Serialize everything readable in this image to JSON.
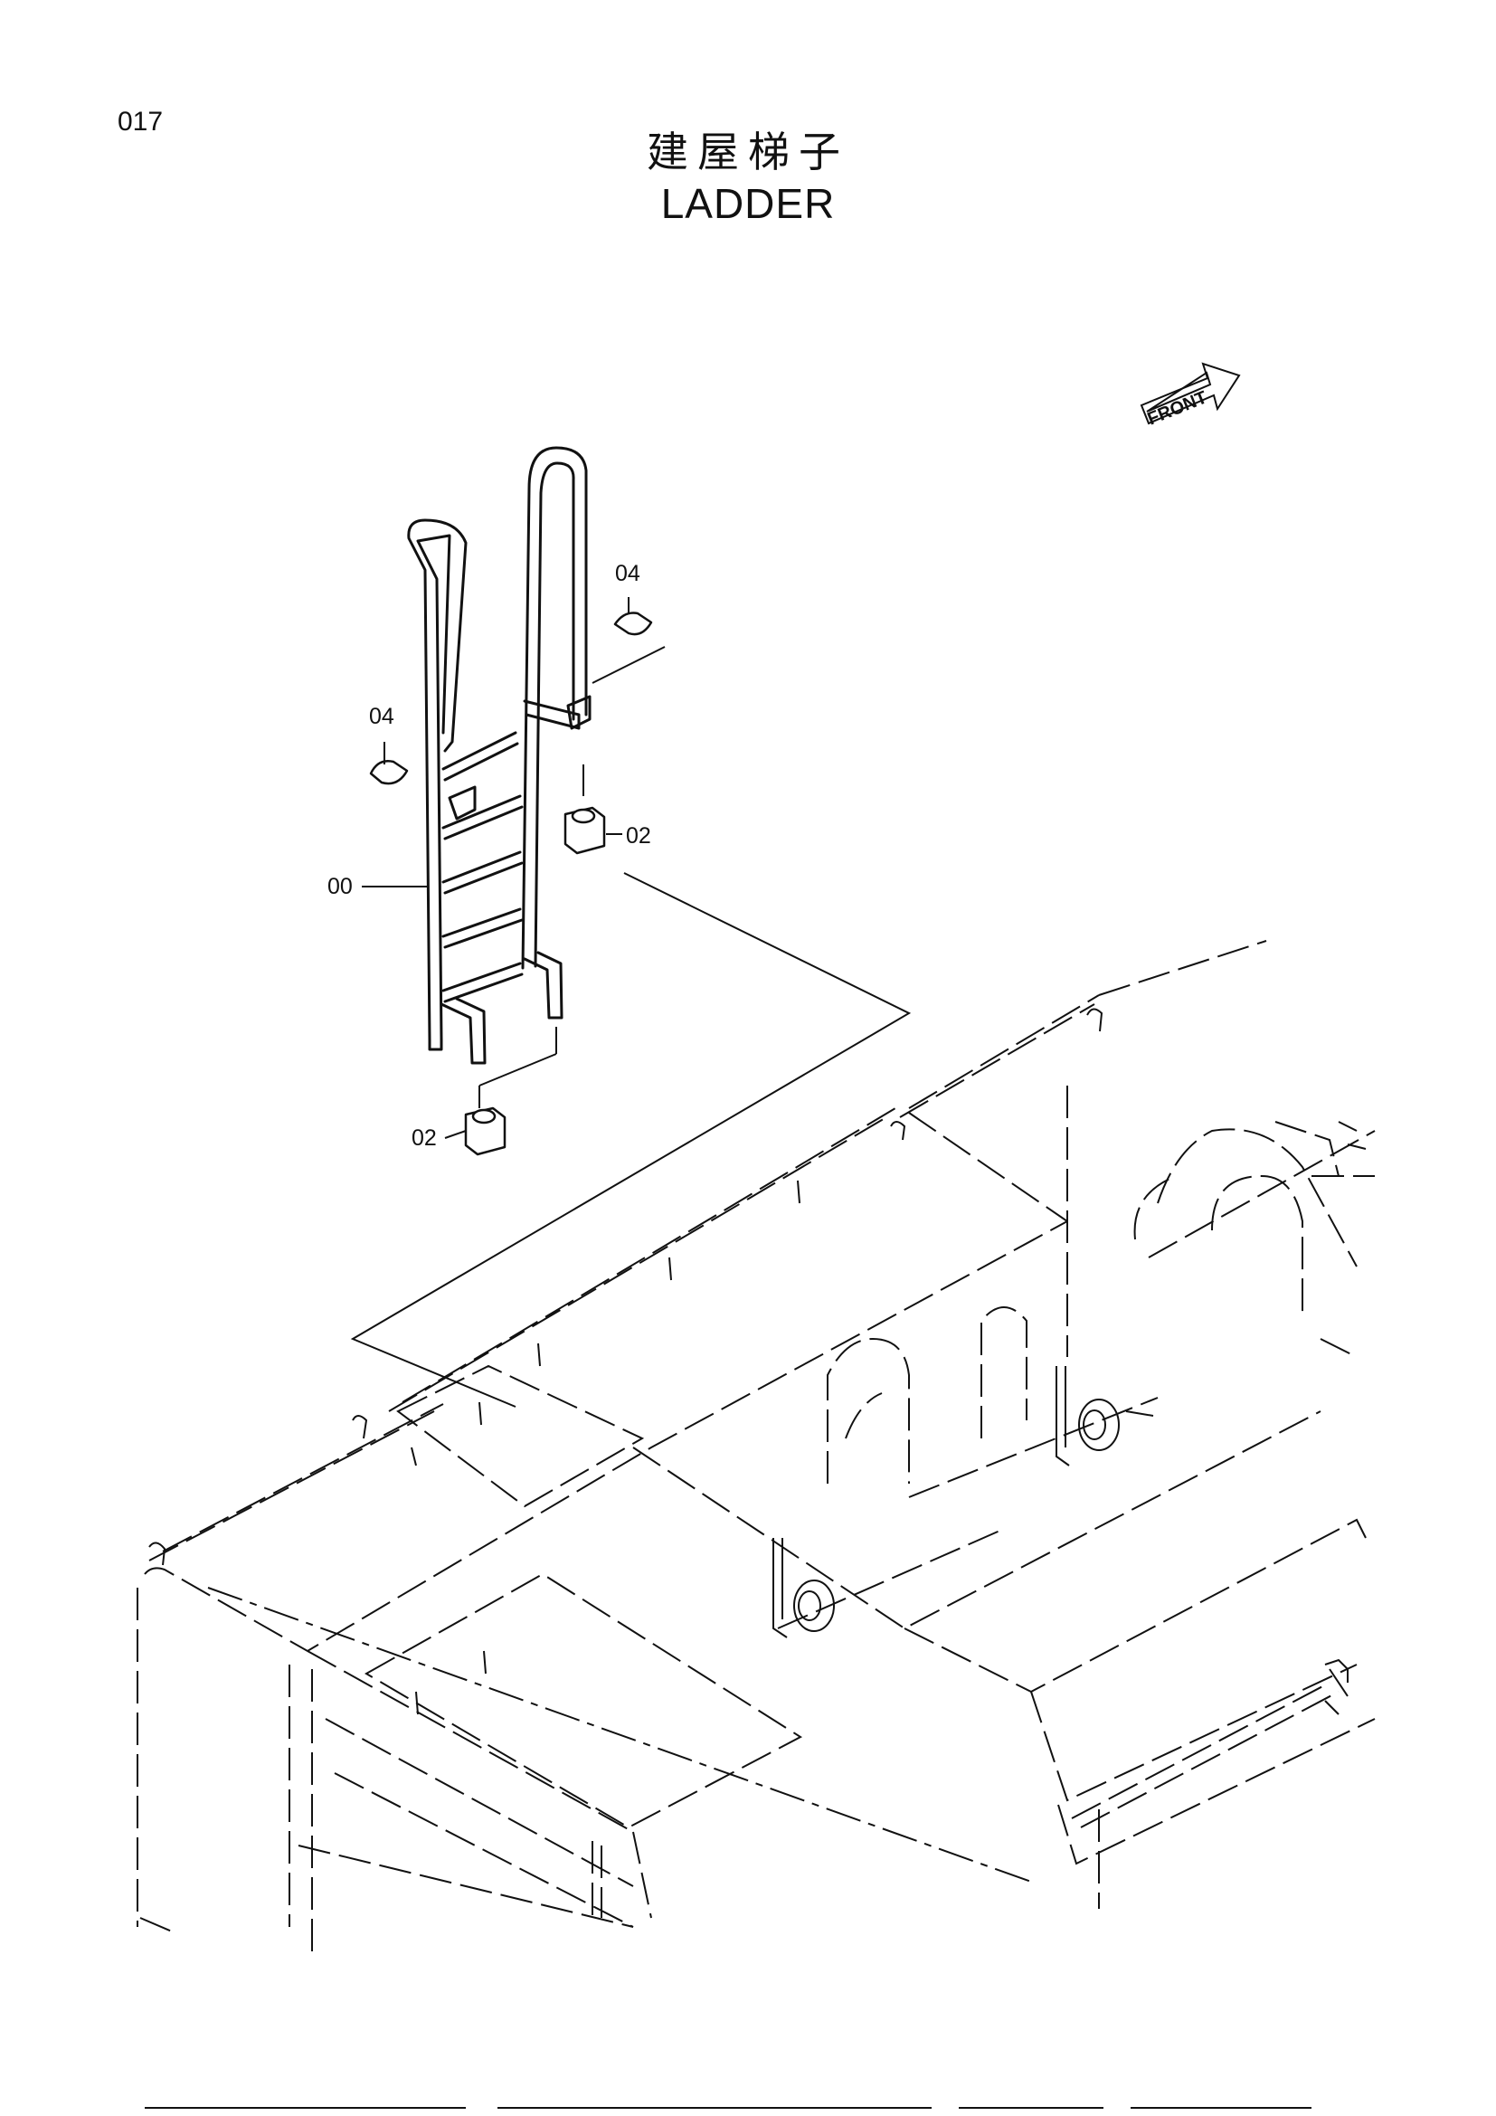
{
  "page": {
    "number": "017"
  },
  "title": {
    "japanese": "建屋梯子",
    "english": "LADDER"
  },
  "direction": {
    "label": "FRONT"
  },
  "callouts": [
    {
      "id": "ladder",
      "label": "00"
    },
    {
      "id": "step-bush-upper",
      "label": "02"
    },
    {
      "id": "step-bush-lower",
      "label": "02"
    },
    {
      "id": "pin-upper",
      "label": "04"
    },
    {
      "id": "pin-left",
      "label": "04"
    }
  ]
}
